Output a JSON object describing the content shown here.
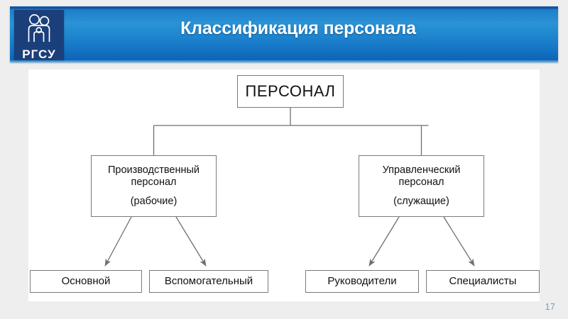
{
  "header": {
    "title": "Классификация персонала",
    "logo_text": "РГСУ",
    "logo_icon": "family-figures-icon",
    "accent_color": "#1f86cf",
    "logo_bg_color": "#1b3f7a"
  },
  "diagram": {
    "type": "hierarchy-tree",
    "root": {
      "id": "personal",
      "label": "ПЕРСОНАЛ"
    },
    "branches": [
      {
        "id": "production",
        "line1": "Производственный",
        "line2": "персонал",
        "line3": "(рабочие)",
        "children": [
          {
            "id": "osnovnoy",
            "label": "Основной"
          },
          {
            "id": "vspomogatelnyy",
            "label": "Вспомогательный"
          }
        ]
      },
      {
        "id": "management",
        "line1": "Управленческий",
        "line2": "персонал",
        "line3": "(служащие)",
        "children": [
          {
            "id": "rukovoditeli",
            "label": "Руководители"
          },
          {
            "id": "specialisty",
            "label": "Специалисты"
          }
        ]
      }
    ],
    "line_color": "#7a7a7a"
  },
  "footer": {
    "slide_number": "17"
  }
}
